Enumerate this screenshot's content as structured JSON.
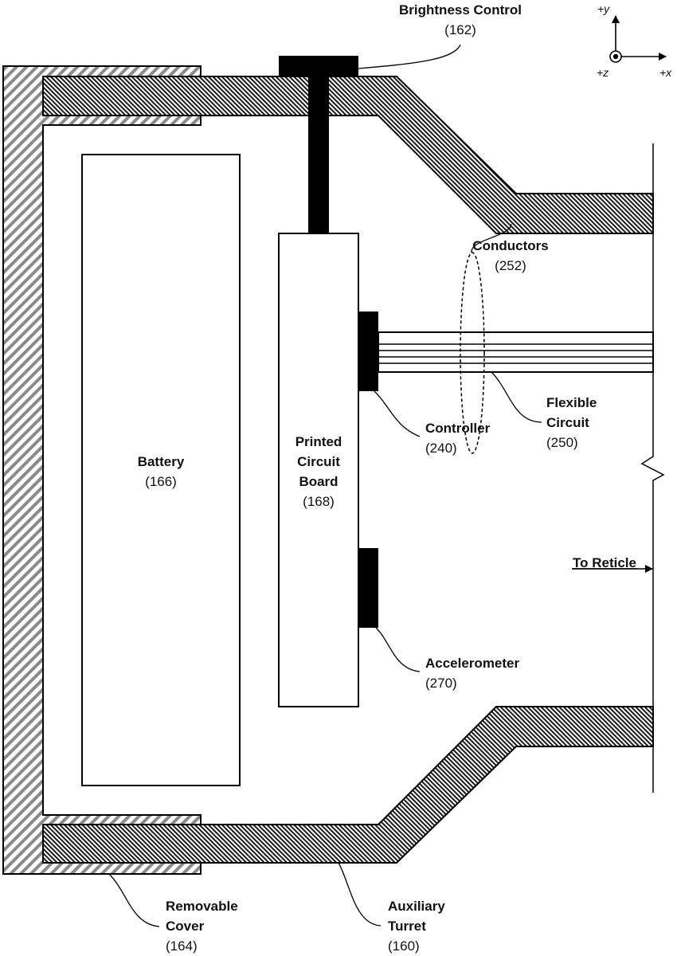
{
  "figure": {
    "type": "cross-section diagram",
    "colors": {
      "line": "#000000",
      "cover_hatch": "#8a8a8a",
      "turret_hatch": "#222222",
      "solid_component": "#000000",
      "background": "#ffffff"
    }
  },
  "axes": {
    "y": "+y",
    "x": "+x",
    "z": "+z"
  },
  "components": {
    "brightness_control": {
      "name": "Brightness Control",
      "ref": "(162)"
    },
    "conductors": {
      "name": "Conductors",
      "ref": "(252)"
    },
    "controller": {
      "name": "Controller",
      "ref": "(240)"
    },
    "flexible_circuit": {
      "name_line1": "Flexible",
      "name_line2": "Circuit",
      "ref": "(250)"
    },
    "battery": {
      "name": "Battery",
      "ref": "(166)"
    },
    "pcb": {
      "name_line1": "Printed",
      "name_line2": "Circuit",
      "name_line3": "Board",
      "ref": "(168)"
    },
    "accelerometer": {
      "name": "Accelerometer",
      "ref": "(270)"
    },
    "to_reticle": {
      "name": "To Reticle"
    },
    "removable_cover": {
      "name_line1": "Removable",
      "name_line2": "Cover",
      "ref": "(164)"
    },
    "auxiliary_turret": {
      "name_line1": "Auxiliary",
      "name_line2": "Turret",
      "ref": "(160)"
    }
  }
}
